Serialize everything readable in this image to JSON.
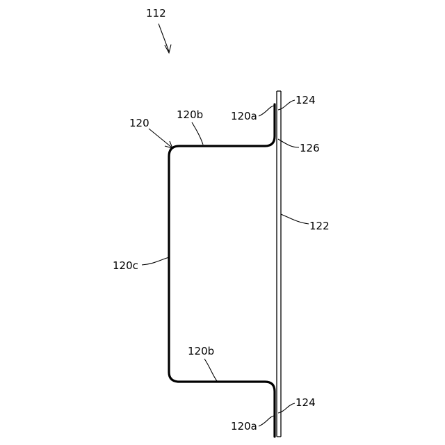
{
  "labels": {
    "fig_ref": "112",
    "member": "120",
    "flange_top": "120a",
    "flange_bottom": "120a",
    "wall_top": "120b",
    "wall_bottom": "120b",
    "web": "120c",
    "plate": "122",
    "joint_top": "124",
    "joint_bottom": "124",
    "bend": "126"
  }
}
